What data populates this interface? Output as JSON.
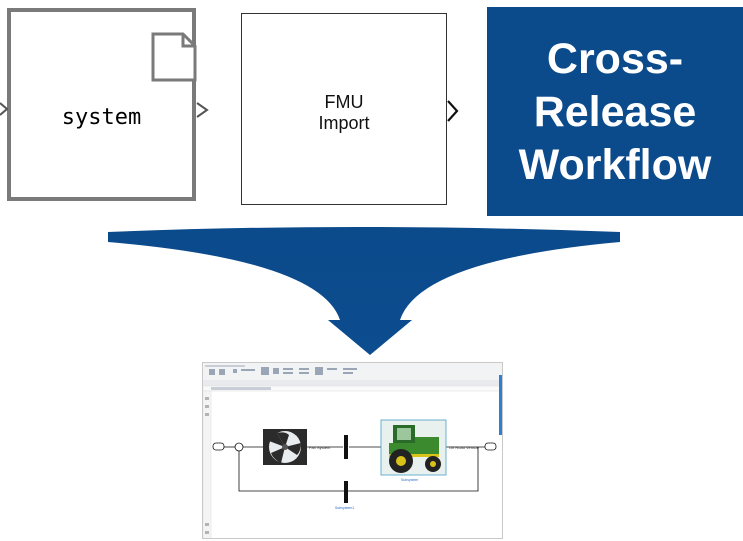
{
  "subsystem_block": {
    "label": "system"
  },
  "fmu_block": {
    "line1": "FMU",
    "line2": "Import"
  },
  "title_box": {
    "line1": "Cross-",
    "line2": "Release",
    "line3": "Workflow",
    "color": "#0b4a8b"
  },
  "model_thumbnail": {
    "fan_label": "Fan System",
    "vehicle_label": "Off Road Vehicle",
    "under_vehicle_label": "Subsystem",
    "under_bar_label": "Subsystem1"
  }
}
